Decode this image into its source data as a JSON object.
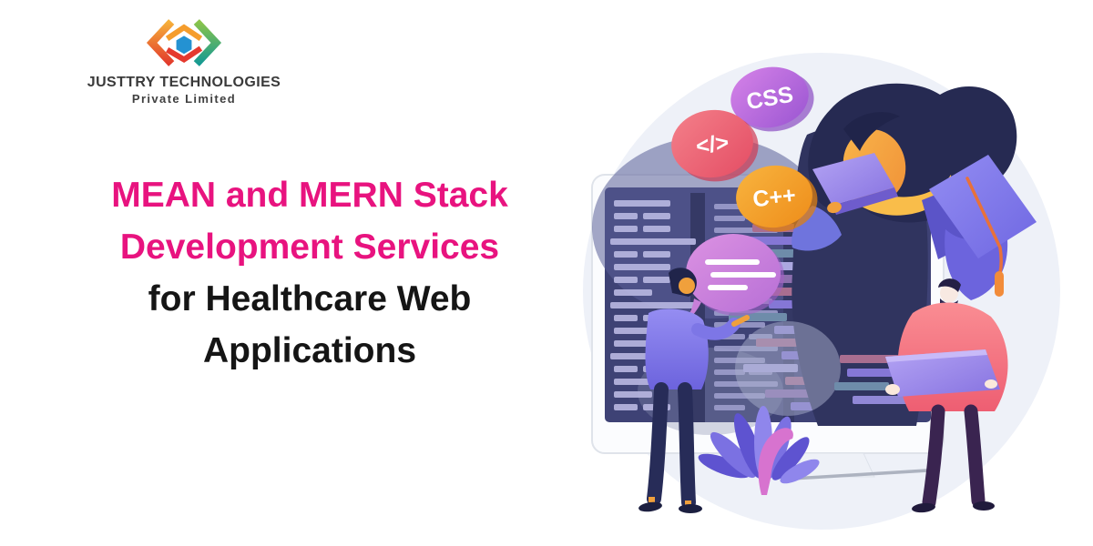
{
  "banner": {
    "background_color": "#ffffff"
  },
  "logo": {
    "company_name": "JUSTTRY TECHNOLOGIES",
    "subtitle": "Private Limited",
    "icon_colors": {
      "orange": "#f59d2c",
      "red": "#e5392e",
      "green": "#8ac44a",
      "teal": "#159a93",
      "blue": "#2492d2"
    }
  },
  "headline": {
    "lines": [
      {
        "text": "MEAN and MERN Stack",
        "emphasis": "accent"
      },
      {
        "text": "Development Services",
        "emphasis": "accent"
      },
      {
        "text": "for Healthcare Web",
        "emphasis": "dark"
      },
      {
        "text": "Applications",
        "emphasis": "dark"
      }
    ],
    "accent_color": "#e8137f",
    "dark_color": "#151515"
  },
  "illustration": {
    "scene": "developers collaborating around a large code screen with a graduate coder",
    "badges": [
      {
        "label": "CSS"
      },
      {
        "label": "</>"
      },
      {
        "label": "C++"
      }
    ],
    "colors": {
      "circle_background": "#eef1f8",
      "screen": "#3e4275",
      "badge_css": "#ab5ed5",
      "badge_code_tag": "#ec5e70",
      "badge_cpp": "#f29a26",
      "speech_bubble": "#c77fd8",
      "graduation_cap": "#7b74ea",
      "tassel": "#f28c3a"
    }
  }
}
